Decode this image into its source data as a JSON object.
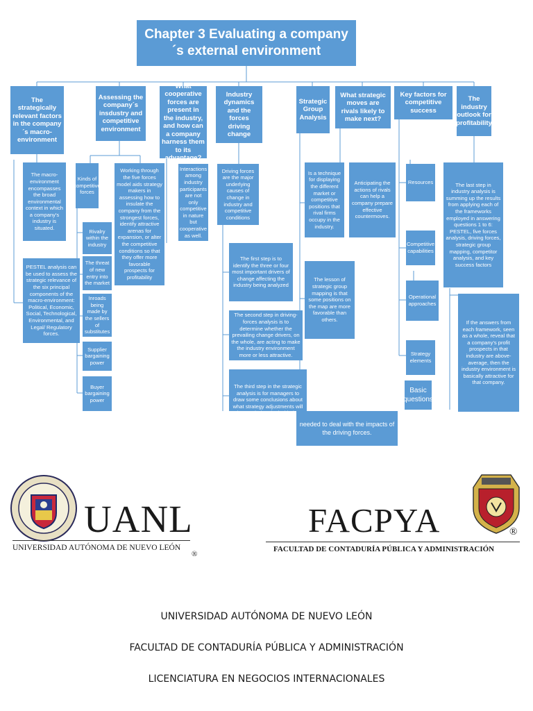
{
  "diagram": {
    "title": "Chapter 3 Evaluating a company´s external environment",
    "headers": [
      "The strategically relevant factors in the company´s macro-environment",
      "Assessing the company´s insdustry and competitive environment",
      "What cooperative forces are present in the industry, and how can a company harness them to its advantage?",
      "Industry dynamics and the forces driving change",
      "Strategic Group Analysis",
      "What strategic moves are rivals likely to make next?",
      "Key factors for competitive success",
      "The industry outlook for profitability"
    ],
    "macro_desc": "The macro-environment encompasses the broad environmental context in which a company's industry is situated.",
    "pestel": "PESTEL analysis can be used to assess the strategic relevance of the six principal components of the macro-environment: Political, Economic, Social, Technological, Environmental, and Legal/ Regulatory forces.",
    "kinds": "Kinds of competitive forces",
    "forces": [
      "Rivalry within the industry",
      "The threat of new entry into the market",
      "Inroads being made by the sellers of substitutes",
      "Supplier bargaining power",
      "Buyer bargaining power"
    ],
    "five_forces": "Working through the five forces model aids strategy makers in assessing how to insulate the company from the strongest forces, identify attractive arenas for expansion, or alter the competitive conditions so that they offer more favorable prospects for profitability",
    "interactions": "Interactions among industry participants are not only competitive in nature but cooperative as well.",
    "driving_forces": "Driving forces are the major underlying causes of change in industry and competitive conditions",
    "step1": "The first step is to identify the three or four most important drivers of change affecting the industry being analyzed",
    "step2": "The second step in driving-forces analysis is to determine whether the prevailing change drivers, on the whole, are acting to make the industry environment more or less attractive.",
    "step3": "The third step in the strategic analysis is for managers to draw some conclusions about what strategy adjustments will be needed to deal with the impacts of the driving forces.",
    "step3_overflow": "needed to deal with the impacts of the driving forces.",
    "technique": "Is a technique for displaying the different market or competitive positions that rival firms occupy in the industry.",
    "lesson": "The lesson of strategic group mapping is that some positions on the map are more favorable than others.",
    "anticipating": "Anticipating the actions of rivals can help a company prepare effective countermoves.",
    "key_factors": [
      "Resources",
      "Competitive capabilities",
      "Operational approaches",
      "Strategy elements"
    ],
    "basic_questions": "Basic questions",
    "last_step": "The last step in industry analysis is summing up the results from applying each of the frameworks employed in answering questions 1 to 6: PESTEL, five forces analysis, driving forces, strategic group mapping, competitor analysis, and key success factors",
    "answers": "If the answers from each framework, seen as a whole, reveal that a company's profit prospects in that industry are above-average, then the industry environment is basically attractive for that company."
  },
  "logos": {
    "uanl_name": "UANL",
    "uanl_full": "UNIVERSIDAD AUTÓNOMA DE NUEVO LEÓN",
    "facpya_name": "FACPYA",
    "facpya_full": "FACULTAD DE CONTADURÍA PÚBLICA Y ADMINISTRACIÓN",
    "registered": "®"
  },
  "footer": [
    "UNIVERSIDAD AUTÓNOMA DE NUEVO LEÓN",
    "FACULTAD DE CONTADURÍA PÚBLICA Y ADMINISTRACIÓN",
    "LICENCIATURA EN NEGOCIOS INTERNACIONALES"
  ],
  "colors": {
    "box": "#5b9bd5",
    "line": "#5b9bd5"
  }
}
